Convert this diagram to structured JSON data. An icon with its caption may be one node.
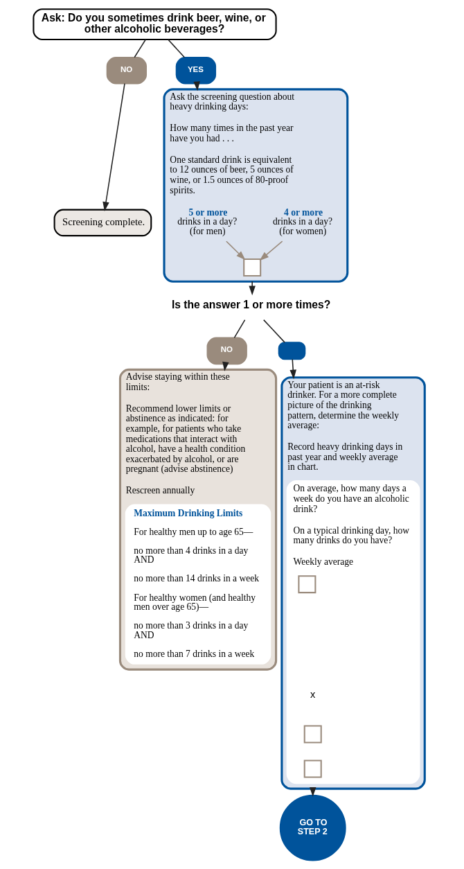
{
  "diagram": {
    "nodes": [
      {
        "text": [
          "Ask: Do you sometimes drink beer, wine, or other alcoholic beverages?"
        ]
      },
      {
        "text": [
          "NO"
        ]
      },
      {
        "text": [
          "YES"
        ]
      },
      {
        "text": [
          "Screening complete."
        ]
      },
      {
        "text": [
          "Ask the screening question about heavy drinking days:",
          "How many times in the past year have you had . . .",
          "One standard drink is equivalent to 12 ounces of beer, 5 ounces of wine, or 1.5 ounces of 80-proof spirits."
        ]
      },
      {
        "text": [
          "5 or more",
          "drinks in a day? (for men)"
        ],
        "in": 4
      },
      {
        "text": [
          "4 or more",
          "drinks in a day? (for women)"
        ],
        "in": 4
      },
      {
        "text": [],
        "shape": "box",
        "in": 4
      },
      {
        "text": [
          "Is the answer 1 or more times?"
        ]
      },
      {
        "text": [
          "NO"
        ]
      },
      {
        "text": [],
        "shape": "box"
      },
      {
        "text": [
          "Advise staying within these limits:",
          "Recommend lower limits or abstinence as indicated: for example, for patients who take medications that interact with alcohol, have a health condition exacerbated by alcohol, or are pregnant (advise abstinence)",
          "Rescreen annually"
        ]
      },
      {
        "text": [
          "Maximum Drinking Limits",
          "For healthy men up to age 65—",
          "no more than 4 drinks in a day AND",
          "no more than 14 drinks in a week",
          "For healthy women (and healthy men over age 65)—",
          "no more than 3 drinks in a day AND",
          "no more than 7 drinks in a week"
        ],
        "in": 11
      },
      {
        "text": [
          "Your patient is an at-risk drinker. For a more complete picture of the drinking pattern, determine the weekly average:",
          "Record heavy drinking days in past year and weekly average in chart."
        ]
      },
      {
        "text": [
          "On average, how many days a week do you have an alcoholic drink?",
          "On a typical drinking day, how many drinks do you have?",
          "Weekly average"
        ],
        "in": 13
      },
      {
        "text": [],
        "shape": "box",
        "in": 14
      },
      {
        "text": [],
        "shape": "box",
        "in": 14
      },
      {
        "text": [],
        "shape": "box",
        "in": 14
      },
      {
        "text": [
          "GO TO STEP 2"
        ]
      }
    ],
    "edges": [
      {
        "from": 0,
        "to": 1,
        "arrow": "none"
      },
      {
        "from": 0,
        "to": 2,
        "arrow": "none"
      },
      {
        "from": 1,
        "to": 3,
        "arrow": "to"
      },
      {
        "from": 2,
        "to": 4,
        "arrow": "to"
      },
      {
        "from": 5,
        "to": 7,
        "arrow": "to",
        "color": "#9a8b7d"
      },
      {
        "from": 6,
        "to": 7,
        "arrow": "to",
        "color": "#9a8b7d"
      },
      {
        "from": 4,
        "to": 8,
        "arrow": "to"
      },
      {
        "from": 8,
        "to": 9,
        "arrow": "none"
      },
      {
        "from": 8,
        "to": 10,
        "arrow": "none"
      },
      {
        "from": 9,
        "to": 11,
        "arrow": "to"
      },
      {
        "from": 10,
        "to": 13,
        "arrow": "to"
      },
      {
        "from": 13,
        "to": 18,
        "arrow": "to"
      }
    ],
    "labels": [
      "x"
    ]
  }
}
